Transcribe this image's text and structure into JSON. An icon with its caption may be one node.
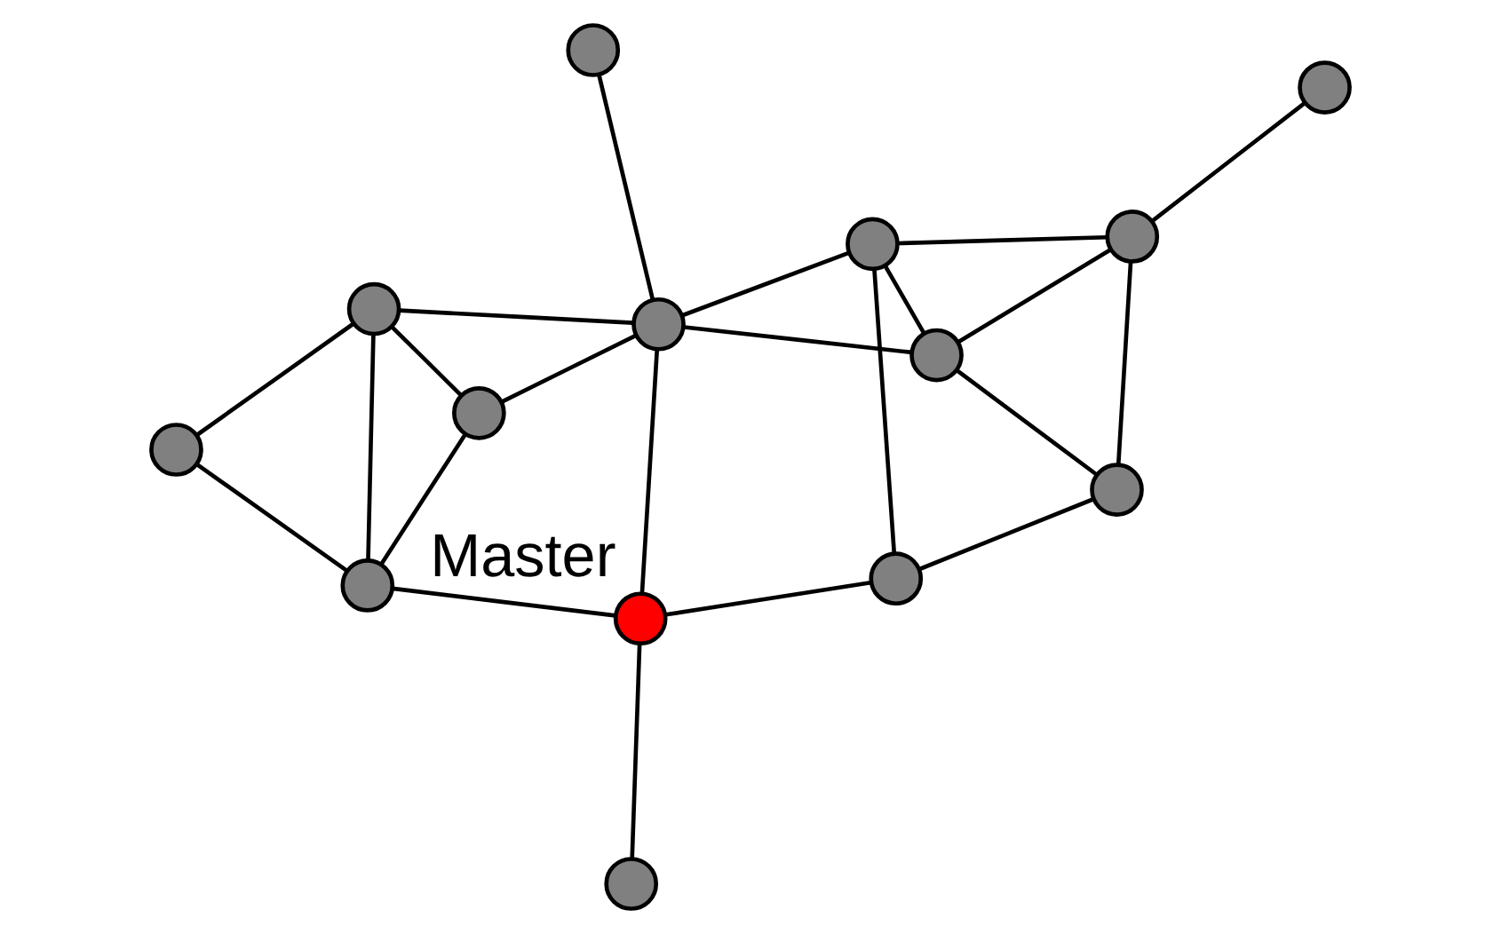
{
  "diagram": {
    "nodes": [
      {
        "text": [],
        "shape": "circle"
      },
      {
        "text": [],
        "shape": "circle"
      },
      {
        "text": [],
        "shape": "circle"
      },
      {
        "text": [],
        "shape": "circle"
      },
      {
        "text": [],
        "shape": "circle"
      },
      {
        "text": [],
        "shape": "circle"
      },
      {
        "text": [],
        "shape": "circle"
      },
      {
        "text": [],
        "shape": "circle"
      },
      {
        "text": [],
        "shape": "circle"
      },
      {
        "text": [],
        "shape": "circle"
      },
      {
        "text": [],
        "shape": "circle"
      },
      {
        "text": [],
        "shape": "circle"
      },
      {
        "text": [],
        "shape": "circle",
        "beside": [
          "Master"
        ]
      },
      {
        "text": [],
        "shape": "circle"
      }
    ],
    "edges": [
      {
        "from": 0,
        "to": 2,
        "arrow": "none"
      },
      {
        "from": 0,
        "to": 8,
        "arrow": "none"
      },
      {
        "from": 0,
        "to": 5,
        "arrow": "none"
      },
      {
        "from": 1,
        "to": 5,
        "arrow": "none"
      },
      {
        "from": 2,
        "to": 6,
        "arrow": "none"
      },
      {
        "from": 2,
        "to": 8,
        "arrow": "none"
      },
      {
        "from": 2,
        "to": 5,
        "arrow": "none"
      },
      {
        "from": 6,
        "to": 8,
        "arrow": "none"
      },
      {
        "from": 8,
        "to": 12,
        "arrow": "none"
      },
      {
        "from": 5,
        "to": 12,
        "arrow": "none"
      },
      {
        "from": 5,
        "to": 3,
        "arrow": "none"
      },
      {
        "from": 5,
        "to": 9,
        "arrow": "none"
      },
      {
        "from": 3,
        "to": 10,
        "arrow": "none"
      },
      {
        "from": 3,
        "to": 9,
        "arrow": "none"
      },
      {
        "from": 3,
        "to": 7,
        "arrow": "none"
      },
      {
        "from": 7,
        "to": 4,
        "arrow": "none"
      },
      {
        "from": 7,
        "to": 9,
        "arrow": "none"
      },
      {
        "from": 7,
        "to": 11,
        "arrow": "none"
      },
      {
        "from": 9,
        "to": 11,
        "arrow": "none"
      },
      {
        "from": 10,
        "to": 11,
        "arrow": "none"
      },
      {
        "from": 10,
        "to": 12,
        "arrow": "none"
      },
      {
        "from": 12,
        "to": 13,
        "arrow": "none"
      }
    ]
  }
}
